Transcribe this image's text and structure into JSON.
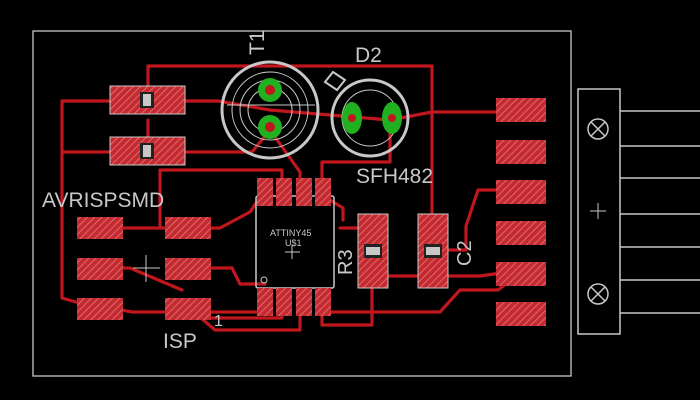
{
  "board": {
    "colors": {
      "background": "#000000",
      "outline": "#c8c8c8",
      "trace": "#c0161e",
      "pad": "#c42a30",
      "pad_hatch": "#e07c80",
      "via": "#20b020",
      "silk": "#c8c8c8"
    },
    "labels": {
      "t1": "T1",
      "d2": "D2",
      "sfh": "SFH482",
      "avr": "AVRISPSMD",
      "r3": "R3",
      "c2": "C2",
      "isp": "ISP",
      "pin1": "1",
      "chip": "ATTINY45",
      "chip_ref": "U$1"
    }
  }
}
